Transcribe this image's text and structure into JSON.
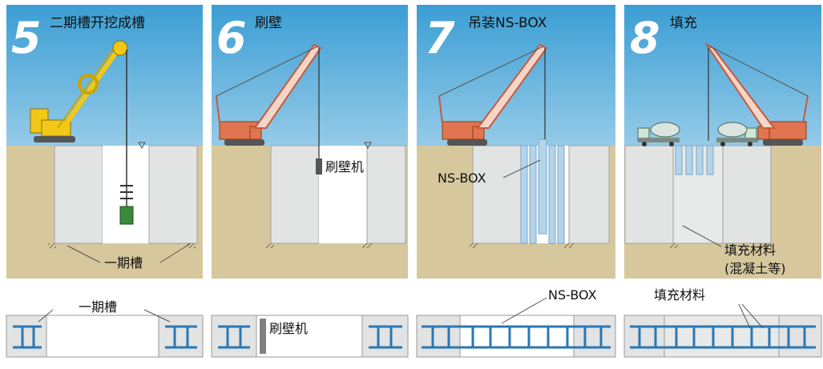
{
  "colors": {
    "sky_top": "#3b9ed4",
    "sky_bottom": "#eaf5fb",
    "ground": "#d6c79d",
    "wall": "#e2e3e3",
    "crane_yellow": "#f2c818",
    "crane_orange": "#e1754f",
    "ns_box": "#b4d4ea",
    "rebar": "#2a78b4"
  },
  "steps": [
    {
      "number": "5",
      "title": "二期槽开挖成槽",
      "label": "一期槽"
    },
    {
      "number": "6",
      "title": "刷壁",
      "label": "刷壁机"
    },
    {
      "number": "7",
      "title": "吊装NS-BOX",
      "label": "NS-BOX"
    },
    {
      "number": "8",
      "title": "填充",
      "label_line1": "填充材料",
      "label_line2": "(混凝土等)"
    }
  ],
  "plan": [
    {
      "label": "一期槽"
    },
    {
      "label": "刷壁机"
    },
    {
      "label": "NS-BOX"
    },
    {
      "label": "填充材料"
    }
  ]
}
